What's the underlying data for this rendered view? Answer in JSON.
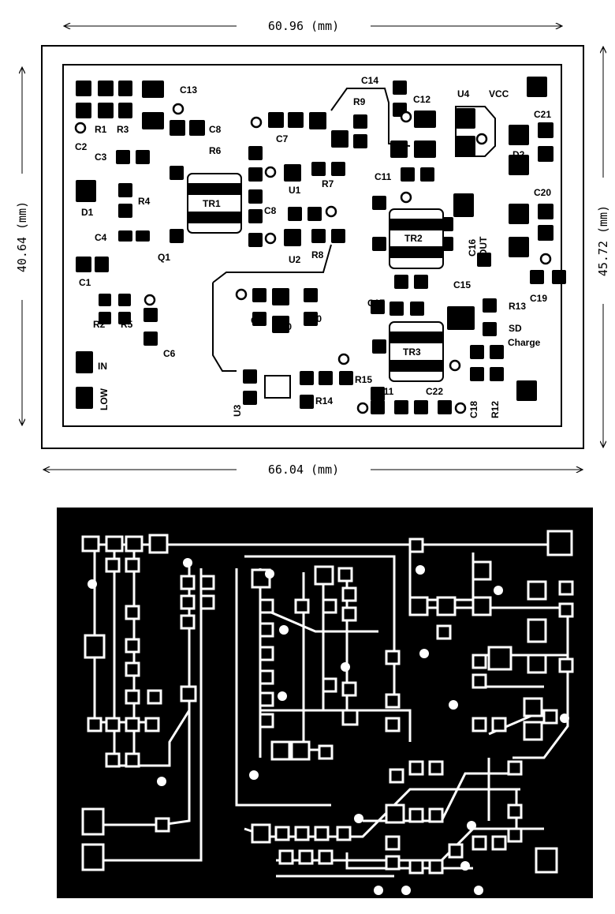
{
  "dimensions": {
    "top_width": "60.96 (mm)",
    "bottom_width": "66.04 (mm)",
    "left_height": "40.64 (mm)",
    "right_height": "45.72 (mm)"
  },
  "components": [
    "C13",
    "R1",
    "R3",
    "C2",
    "C3",
    "C8",
    "R6",
    "D1",
    "R4",
    "C4",
    "Q1",
    "C1",
    "R2",
    "R5",
    "C6",
    "IN",
    "LOW",
    "TR1",
    "C7",
    "U1",
    "R7",
    "C8",
    "U2",
    "R8",
    "C14",
    "R9",
    "C12",
    "U4",
    "VCC",
    "C21",
    "D2",
    "C11",
    "C20",
    "TR2",
    "C16",
    "OUT",
    "D1",
    "C15",
    "C19",
    "C9",
    "C10",
    "R10",
    "C17",
    "R13",
    "TR3",
    "SD",
    "Charge",
    "U3",
    "R14",
    "R15",
    "R11",
    "C22",
    "C18",
    "R12"
  ],
  "colors": {
    "ink": "#000000",
    "paper": "#ffffff"
  }
}
